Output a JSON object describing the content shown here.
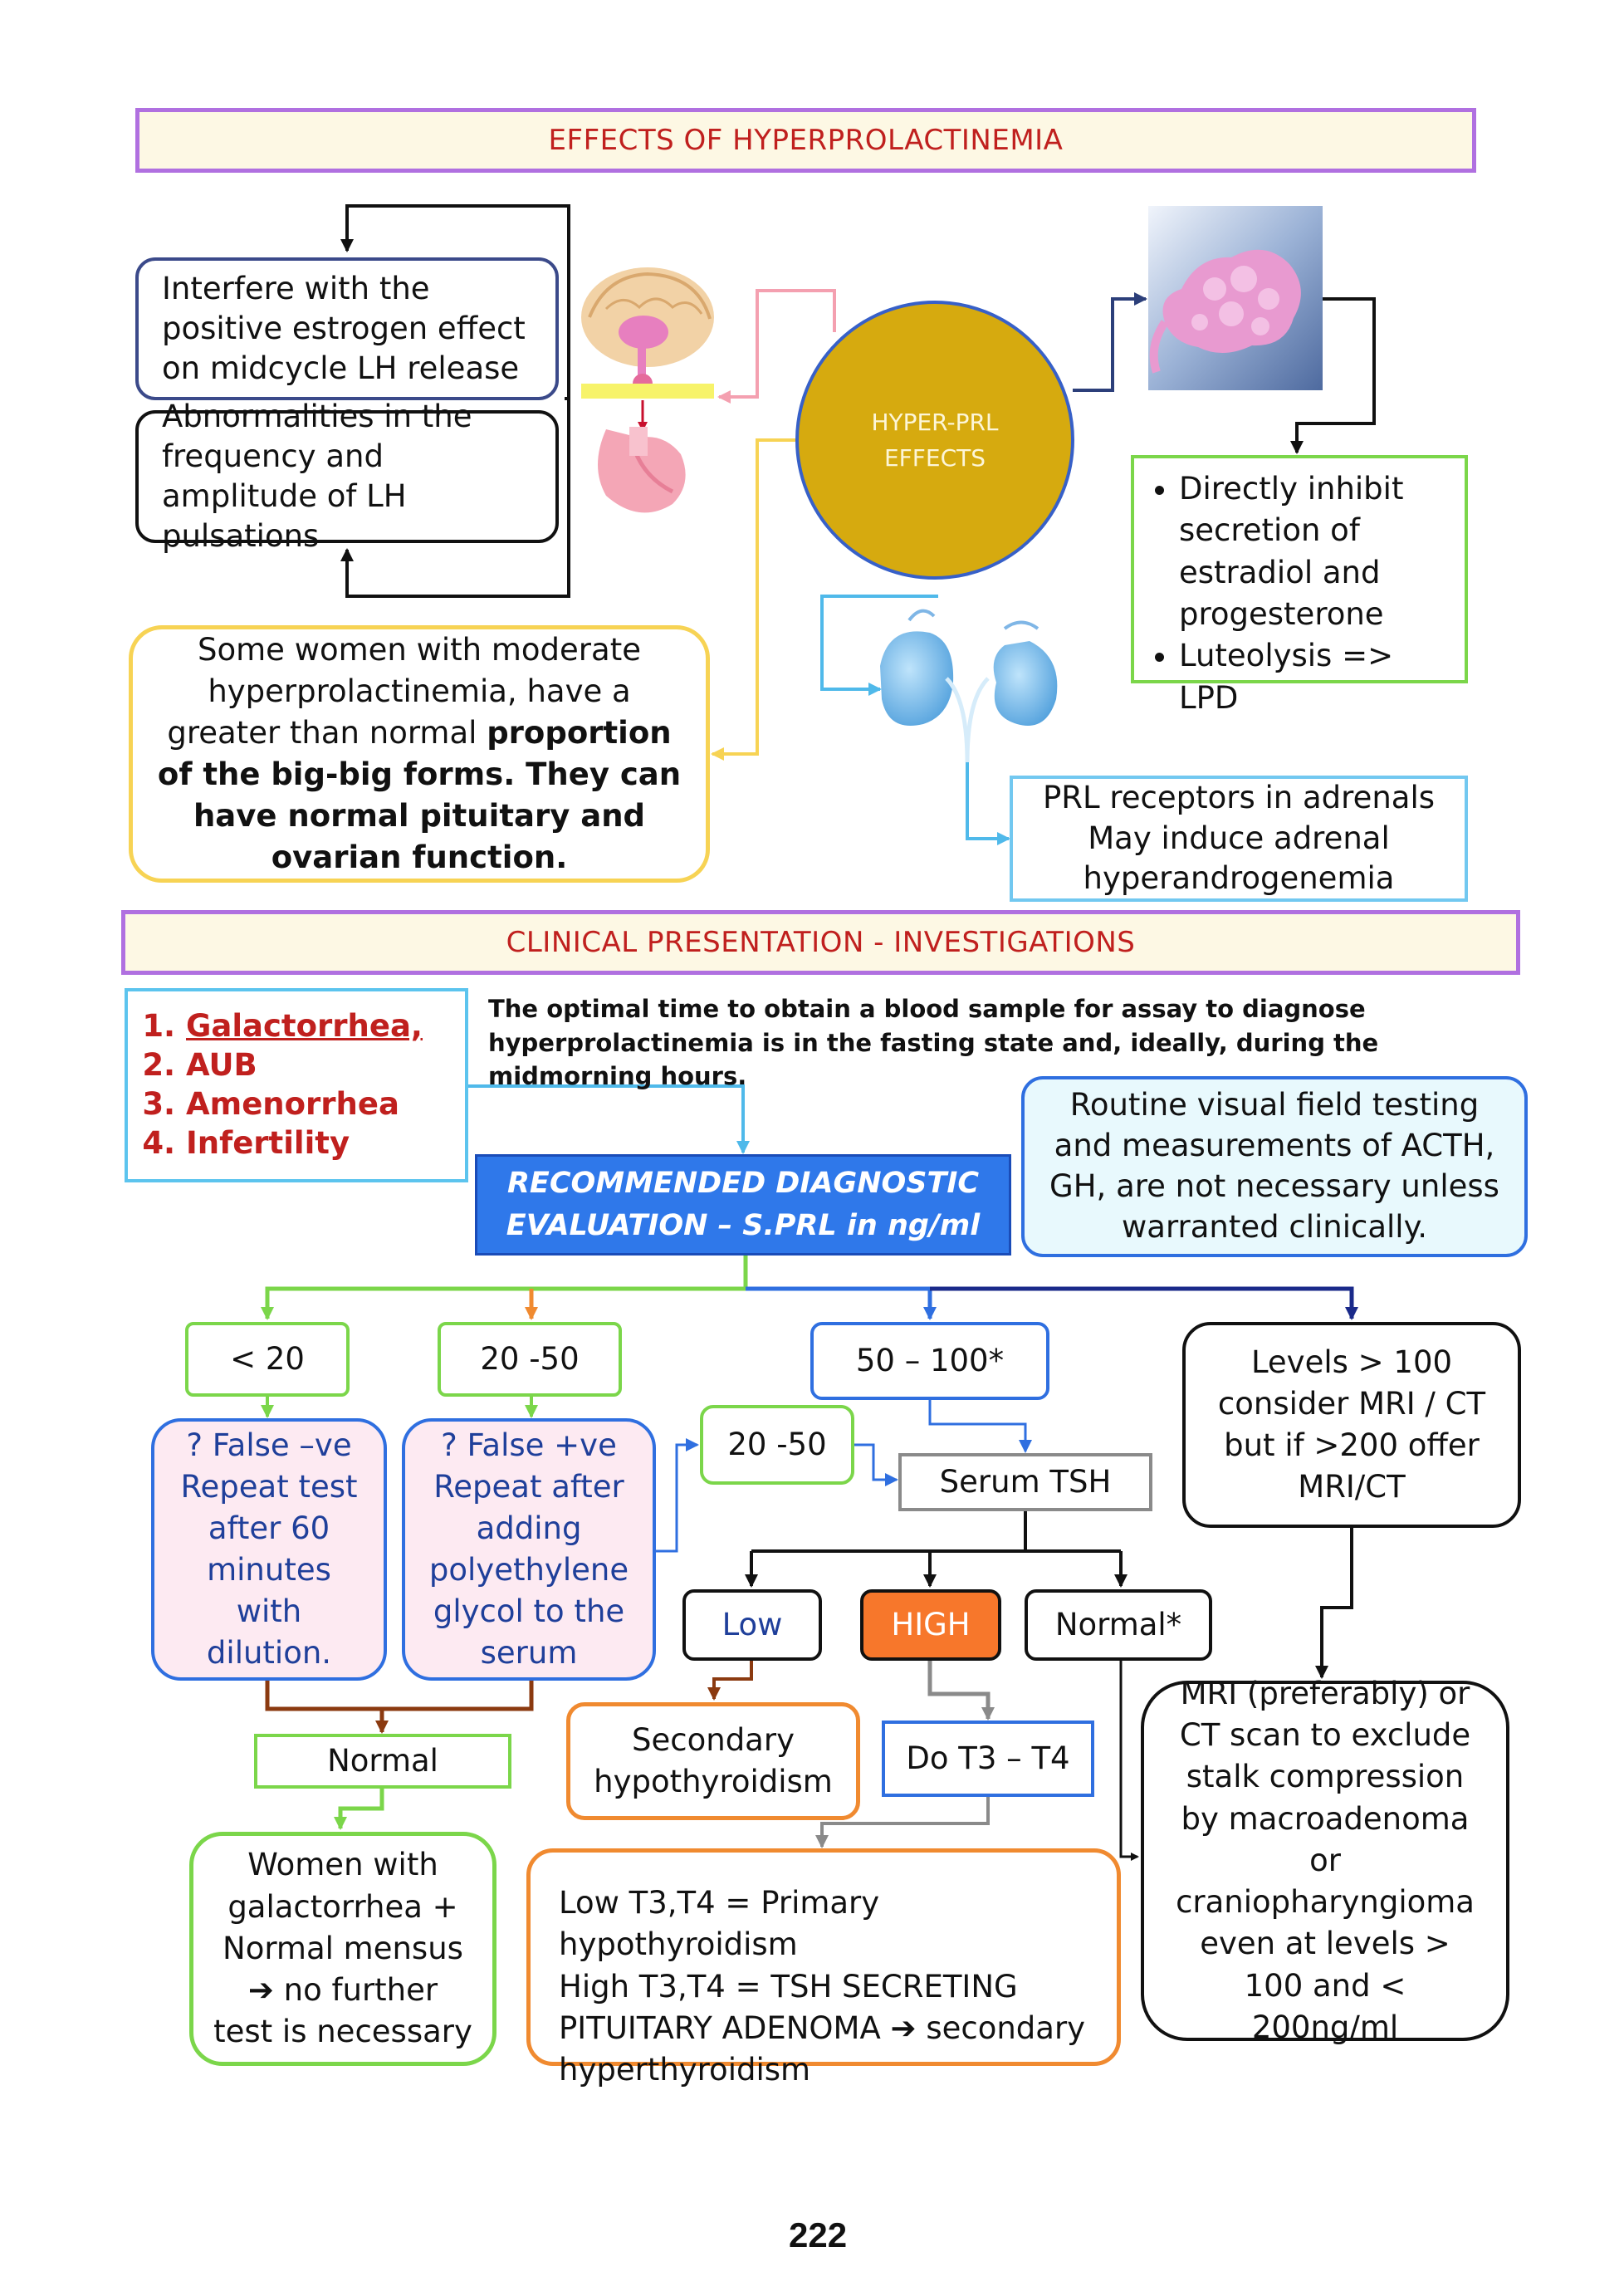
{
  "section1": {
    "title": "EFFECTS OF HYPERPROLACTINEMIA",
    "lh_interfere": "Interfere with the positive estrogen effect on midcycle LH release",
    "lh_abnormal": "Abnormalities in the frequency and amplitude of LH pulsations",
    "center_circle_line1": "HYPER-PRL",
    "center_circle_line2": "EFFECTS",
    "ovary_box": {
      "items": [
        "Directly inhibit secretion of estradiol and progesterone",
        "Luteolysis => LPD"
      ]
    },
    "bigbig": {
      "line1": "Some women with moderate hyperprolactinemia, have a greater than normal ",
      "bold": "proportion of the big-big forms. They can have normal pituitary and ovarian function."
    },
    "adrenal_box": "PRL receptors in adrenals May induce adrenal hyperandrogenemia"
  },
  "section2": {
    "title": "CLINICAL PRESENTATION - INVESTIGATIONS",
    "symptoms": [
      "Galactorrhea,",
      "AUB",
      "Amenorrhea",
      "Infertility"
    ],
    "timing_note": "The optimal time to obtain a blood sample for assay to diagnose hyperprolactinemia is in the fasting state and, ideally, during the midmorning hours.",
    "routine_note": "Routine visual field testing and measurements of ACTH, GH, are not necessary unless warranted clinically.",
    "recommended": "RECOMMENDED DIAGNOSTIC EVALUATION – S.PRL in ng/ml"
  },
  "flow": {
    "lt20": "< 20",
    "r20_50": "20 -50",
    "r50_100": "50 – 100*",
    "gt100": "Levels > 100 consider MRI / CT but if  >200 offer MRI/CT",
    "false_neg": "? False –ve Repeat test after 60 minutes with dilution.",
    "false_pos": "? False +ve Repeat after adding polyethylene glycol to the serum",
    "r20_50b": "20 -50",
    "serum_tsh": "Serum TSH",
    "low": "Low",
    "high": "HIGH",
    "normal_star": "Normal*",
    "normal": "Normal",
    "secondary_hypo": "Secondary hypothyroidism",
    "do_t3t4": "Do T3 – T4",
    "women_galac": {
      "l1": "Women with",
      "l2": "galactorrhea +",
      "l3": "Normal mensus",
      "l4": "no further",
      "l5": "test is necessary"
    },
    "t3t4_result": {
      "l1": "Low T3,T4  = Primary hypothyroidism",
      "l2": "High T3,T4 = TSH SECRETING",
      "l3a": "PITUITARY ADENOMA",
      "l3b": "secondary",
      "l4": "hyperthyroidism"
    },
    "mri": "MRI (preferably) or CT scan to exclude stalk compression by macroadenoma or craniopharyngioma even at levels > 100 and < 200ng/ml"
  },
  "page_number": "222"
}
